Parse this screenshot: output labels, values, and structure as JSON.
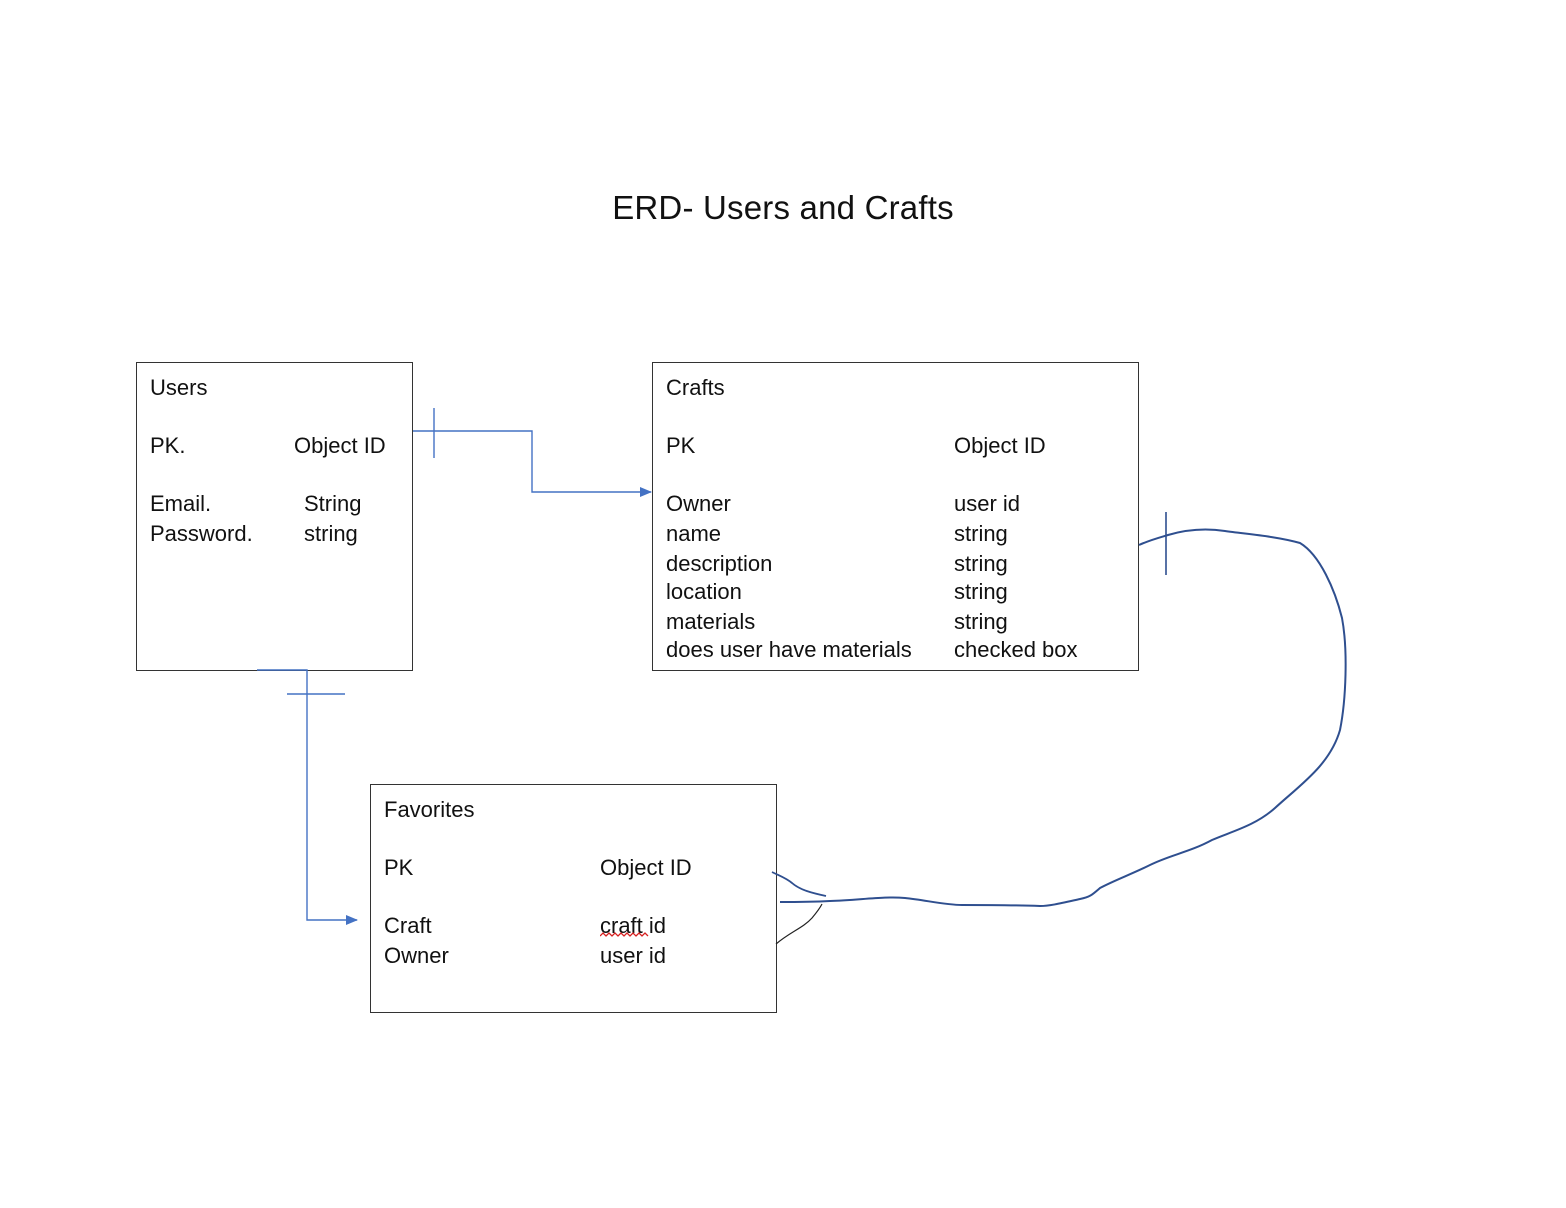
{
  "title": "ERD- Users and Crafts",
  "colors": {
    "connector": "#4472c4",
    "hand_drawn": "#2f4f8f",
    "box_border": "#333333",
    "spellcheck": "#d62020"
  },
  "entities": {
    "users": {
      "name": "Users",
      "pk": {
        "label": "PK.",
        "type": "Object ID"
      },
      "fields": [
        {
          "label": "Email.",
          "type": "String"
        },
        {
          "label": "Password.",
          "type": "string"
        }
      ]
    },
    "crafts": {
      "name": "Crafts",
      "pk": {
        "label": "PK",
        "type": "Object ID"
      },
      "fields": [
        {
          "label": "Owner",
          "type": "user id"
        },
        {
          "label": "name",
          "type": "string"
        },
        {
          "label": "description",
          "type": "string"
        },
        {
          "label": "location",
          "type": "string"
        },
        {
          "label": "materials",
          "type": "string"
        },
        {
          "label": "does user have materials",
          "type": "checked box"
        }
      ]
    },
    "favorites": {
      "name": "Favorites",
      "pk": {
        "label": "PK",
        "type": "Object ID"
      },
      "fields": [
        {
          "label": "Craft",
          "type": "craft id"
        },
        {
          "label": "Owner",
          "type": "user id"
        }
      ]
    }
  },
  "relationships": [
    {
      "from": "Users",
      "to": "Crafts",
      "from_end": "one",
      "to_end": "arrow"
    },
    {
      "from": "Users",
      "to": "Favorites",
      "from_end": "one",
      "to_end": "arrow"
    },
    {
      "from": "Crafts",
      "to": "Favorites",
      "from_end": "one",
      "to_end": "many"
    }
  ]
}
